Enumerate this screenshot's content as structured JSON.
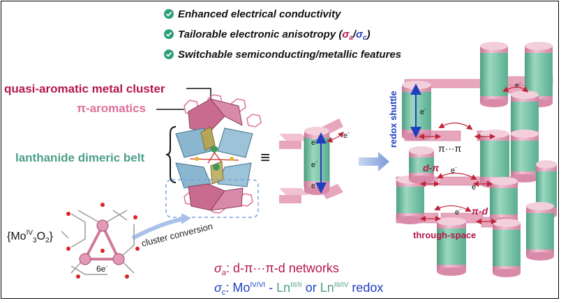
{
  "features": [
    {
      "icon": "check-circle-icon",
      "text": "Enhanced electrical conductivity"
    },
    {
      "icon": "check-circle-icon",
      "text": "Tailorable electronic anisotropy (",
      "sigma_a": "σ",
      "sub_a": "a",
      "slash": "/",
      "sigma_c": "σ",
      "sub_c": "c",
      "close": ")"
    },
    {
      "icon": "check-circle-icon",
      "text": "Switchable semiconducting/metallic features"
    }
  ],
  "labels": {
    "quasi_aromatic": "quasi-aromatic metal cluster",
    "pi_aromatics": "π-aromatics",
    "lanthanide_belt": "lanthanide dimeric belt",
    "equivalent": "≡",
    "cluster_conversion": "cluster conversion",
    "mo_formula": {
      "open": "{Mo",
      "sup": "IV",
      "sub3": "3",
      "o": "O",
      "sub2": "2",
      "close": "}"
    },
    "six_e": "6e",
    "six_e_sup": "-",
    "unit_e": "e",
    "unit_e_sup": "-",
    "redox_shuttle": "redox shuttle",
    "pi_pi": "π···π",
    "d_pi": "d-π",
    "pi_d": "π-d",
    "through_space": "through-space",
    "sigma_a_line": {
      "sigma": "σ",
      "sub": "a",
      "text": ": d-π···π-d networks"
    },
    "sigma_c_line": {
      "sigma": "σ",
      "sub": "c",
      "text1": ": Mo",
      "sup1": "IV/VI",
      "text2": " - ",
      "ln1": "Ln",
      "sup2": "III/II",
      "text3": " or ",
      "ln2": "Ln",
      "sup3": "III/IV",
      "text4": " redox"
    }
  },
  "colors": {
    "check_green": "#2f9f7a",
    "crimson": "#b5174a",
    "pink": "#e0709a",
    "teal_text": "#4a9f88",
    "blue": "#1f3fc0",
    "cylinder_green": "#78c5a8",
    "cylinder_pink": "#e8a6bd"
  }
}
